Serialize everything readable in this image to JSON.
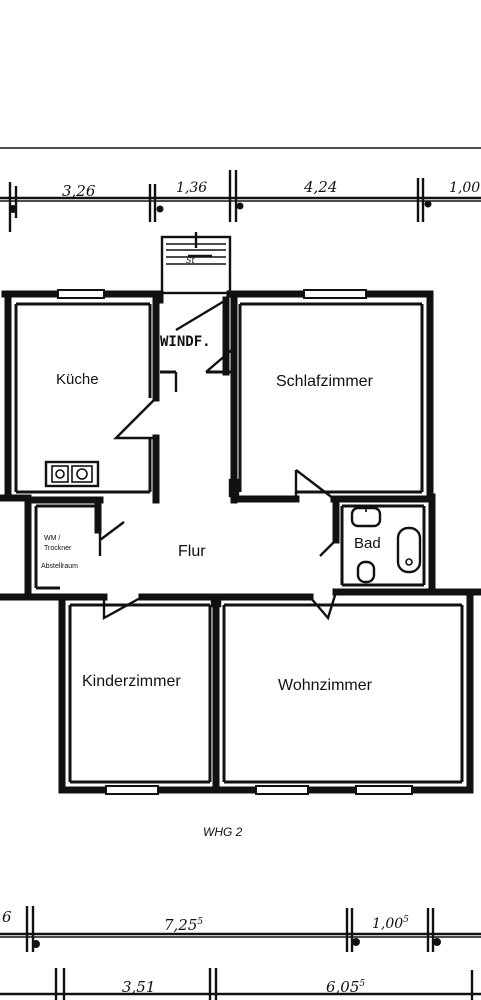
{
  "rooms": {
    "kueche": "Küche",
    "windfang": "WINDF.",
    "schlafzimmer": "Schlafzimmer",
    "wm_trockner": "WM /\nTrockner",
    "abstellraum": "Abstellraum",
    "flur": "Flur",
    "bad": "Bad",
    "kinderzimmer": "Kinderzimmer",
    "wohnzimmer": "Wohnzimmer"
  },
  "caption": "WHG 2",
  "dimensions_top": [
    "3,26",
    "1,36",
    "4,24",
    "1,00"
  ],
  "dimensions_bottom_1": [
    "6",
    "7,25",
    "1,00"
  ],
  "dimensions_bottom_1_superscripts": [
    "5",
    "5"
  ],
  "dimensions_bottom_2": [
    "3,51",
    "6,05"
  ],
  "dimensions_bottom_2_superscripts": [
    "",
    "5"
  ],
  "stair_label": "St"
}
